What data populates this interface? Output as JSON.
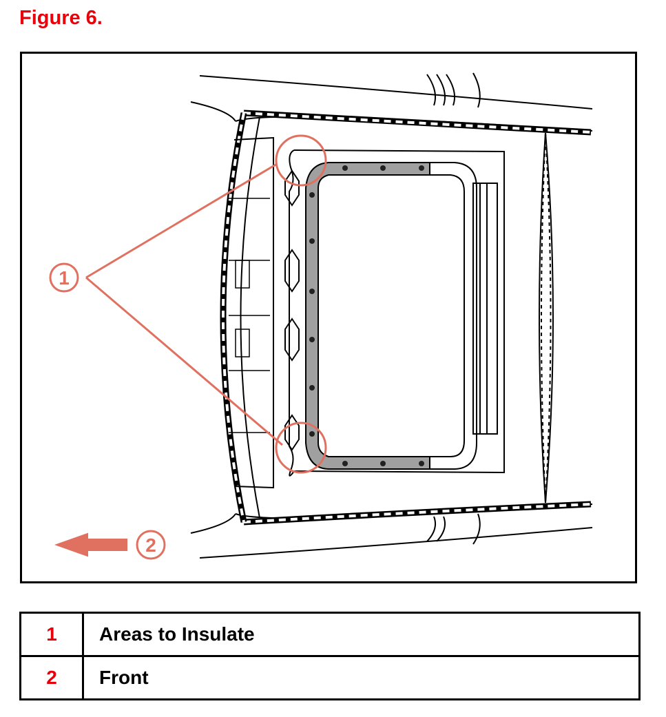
{
  "figure": {
    "title": "Figure 6."
  },
  "diagram": {
    "callout_color": "#e07060",
    "shaded_area_color": "#a0a0a0",
    "callouts": [
      {
        "number": "1"
      },
      {
        "number": "2"
      }
    ],
    "icons": [
      "front-direction-arrow-icon"
    ]
  },
  "legend": {
    "rows": [
      {
        "number": "1",
        "description": "Areas to Insulate"
      },
      {
        "number": "2",
        "description": "Front"
      }
    ]
  }
}
